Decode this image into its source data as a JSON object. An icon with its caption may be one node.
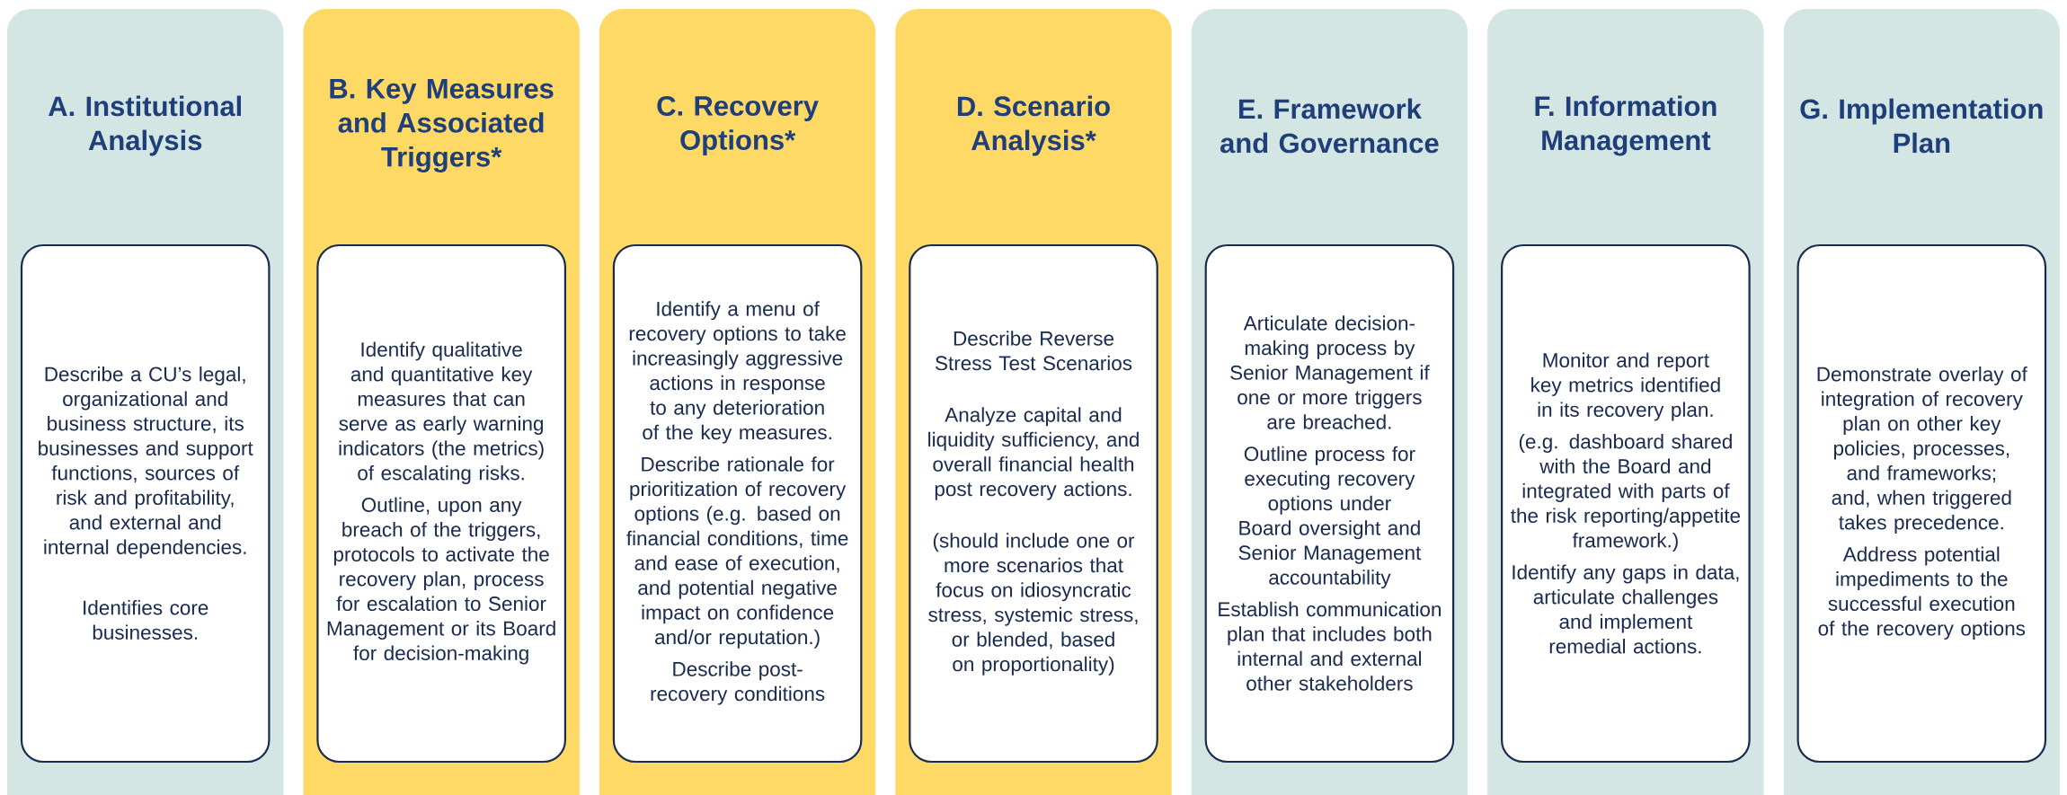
{
  "diagram": {
    "nodes": [
      {
        "text": [
          "A. Institutional Analysis"
        ]
      },
      {
        "text": [
          "Describe a CU’s legal, organizational and business structure, its businesses and support functions, sources of risk and profitability, and external and internal dependencies.",
          "Identifies core businesses."
        ],
        "in": 0
      },
      {
        "text": [
          "B. Key Measures and Associated Triggers*"
        ]
      },
      {
        "text": [
          "Identify qualitative and quantitative key measures that can serve as early warning indicators (the metrics) of escalating risks.",
          "Outline, upon any breach of the triggers, protocols to activate the recovery plan, process for escalation to Senior Management or its Board for decision-making"
        ],
        "in": 2
      },
      {
        "text": [
          "C. Recovery Options*"
        ]
      },
      {
        "text": [
          "Identify a menu of recovery options to take increasingly aggressive actions in response to any deterioration of the key measures.",
          "Describe rationale for prioritization of recovery options (e.g. based on financial conditions, time and ease of execution, and potential negative impact on confidence and/or reputation.)",
          "Describe post-recovery conditions"
        ],
        "in": 4
      },
      {
        "text": [
          "D. Scenario Analysis*"
        ]
      },
      {
        "text": [
          "Describe Reverse Stress Test Scenarios",
          "Analyze capital and liquidity sufficiency, and overall financial health post recovery actions.",
          "(should include one or more scenarios that focus on idiosyncratic stress, systemic stress, or blended, based on proportionality)"
        ],
        "in": 6
      },
      {
        "text": [
          "E. Framework and Governance"
        ]
      },
      {
        "text": [
          "Articulate decision-making process by Senior Management if one or more triggers are breached.",
          "Outline process for executing recovery options under Board oversight and Senior Management accountability",
          "Establish communication plan that includes both internal and external other stakeholders"
        ],
        "in": 8
      },
      {
        "text": [
          "F. Information Management"
        ]
      },
      {
        "text": [
          "Monitor and report key metrics identified in its recovery plan.",
          "(e.g. dashboard shared with the Board and integrated with parts of the risk reporting/appetite framework.)",
          "Identify any gaps in data, articulate challenges and implement remedial actions."
        ],
        "in": 10
      },
      {
        "text": [
          "G. Implementation Plan"
        ]
      },
      {
        "text": [
          "Demonstrate overlay of integration of recovery plan on other key policies, processes, and frameworks; and, when triggered takes precedence.",
          "Address potential impediments to the successful execution of the recovery options"
        ],
        "in": 12
      }
    ]
  }
}
